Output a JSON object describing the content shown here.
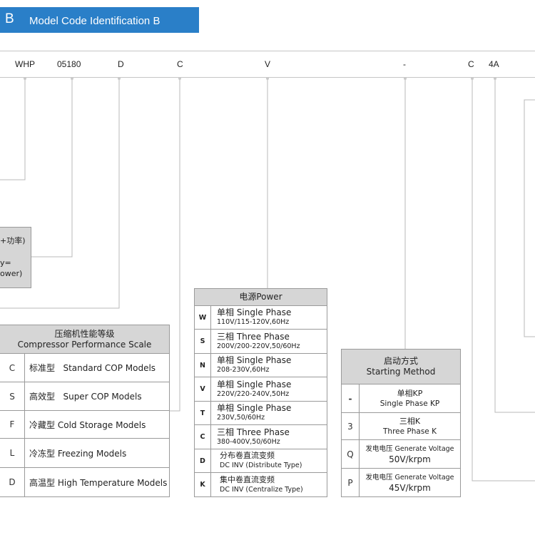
{
  "header": {
    "prefix": "B",
    "title": "Model Code Identification B"
  },
  "model_code": [
    "WHP",
    "05180",
    "D",
    "C",
    "V",
    "-",
    "C",
    "4A"
  ],
  "left_box": {
    "line1": "+功率)",
    "line2": "y=",
    "line3": "ower)"
  },
  "performance": {
    "title_cn": "压缩机性能等级",
    "title_en": "Compressor Performance Scale",
    "rows": [
      {
        "code": "C",
        "cn": "标准型",
        "en": "Standard COP Models"
      },
      {
        "code": "S",
        "cn": "高效型",
        "en": "Super COP Models"
      },
      {
        "code": "F",
        "cn": "冷藏型",
        "en": "Cold Storage Models"
      },
      {
        "code": "L",
        "cn": "冷冻型",
        "en": "Freezing Models"
      },
      {
        "code": "D",
        "cn": "高温型",
        "en": "High Temperature Models"
      }
    ]
  },
  "power": {
    "title": "电源Power",
    "rows": [
      {
        "code": "W",
        "name": "单相 Single Phase",
        "spec": "110V/115-120V,60Hz"
      },
      {
        "code": "S",
        "name": "三相 Three Phase",
        "spec": "200V/200-220V,50/60Hz"
      },
      {
        "code": "N",
        "name": "单相 Single Phase",
        "spec": "208-230V,60Hz"
      },
      {
        "code": "V",
        "name": "单相 Single Phase",
        "spec": "220V/220-240V,50Hz"
      },
      {
        "code": "T",
        "name": "单相 Single Phase",
        "spec": "230V,50/60Hz"
      },
      {
        "code": "C",
        "name": "三相 Three Phase",
        "spec": "380-400V,50/60Hz"
      },
      {
        "code": "D",
        "name": "分布卷直流变频",
        "spec": "DC INV (Distribute Type)"
      },
      {
        "code": "K",
        "name": "集中卷直流变频",
        "spec": "DC INV (Centralize Type)"
      }
    ]
  },
  "starting": {
    "title_cn": "启动方式",
    "title_en": "Starting Method",
    "rows": [
      {
        "code": "-",
        "line1": "单相KP",
        "line2": "Single Phase KP"
      },
      {
        "code": "3",
        "line1": "三相K",
        "line2": "Three Phase K"
      },
      {
        "code": "Q",
        "line1": "发电电压 Generate Voltage",
        "line2": "50V/krpm"
      },
      {
        "code": "P",
        "line1": "发电电压 Generate Voltage",
        "line2": "45V/krpm"
      }
    ]
  },
  "colors": {
    "header_blue": "#2a7fc8",
    "table_header_gray": "#d6d6d6",
    "line_gray": "#b8b8b8"
  }
}
